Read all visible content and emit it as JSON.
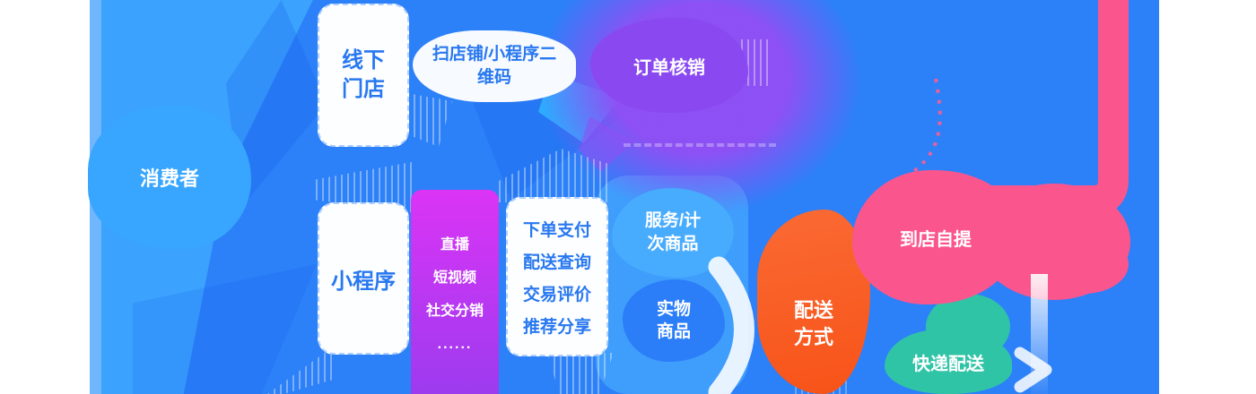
{
  "diagram": {
    "title": "retail-miniprogram-flow",
    "nodes": {
      "consumer": {
        "label": "消费者",
        "color": "#38A6FF",
        "text_color": "#FFFFFF"
      },
      "offline_store": {
        "lines": [
          "线下",
          "门店"
        ],
        "color": "#FFFFFF",
        "text_color": "#2878F0"
      },
      "scan_qr": {
        "lines": [
          "扫店铺/小程序二",
          "维码"
        ],
        "color": "#F7FAFF",
        "text_color": "#2878F0"
      },
      "order_verify": {
        "label": "订单核销",
        "color": "#8A49F0",
        "text_color": "#FFFFFF"
      },
      "mini_program": {
        "label": "小程序",
        "color": "#FFFFFF",
        "text_color": "#2878F0"
      },
      "marketing_channels": {
        "lines": [
          "直播",
          "短视频",
          "社交分销",
          "......"
        ],
        "color_top": "#DB34F5",
        "color_bottom": "#9D3BEF",
        "text_color": "#FFFFFF"
      },
      "order_actions": {
        "lines": [
          "下单支付",
          "配送查询",
          "交易评价",
          "推荐分享"
        ],
        "color": "#FFFFFF",
        "text_color": "#2878F0"
      },
      "service_goods": {
        "lines": [
          "服务/计",
          "次商品"
        ],
        "color": "#47ABFE",
        "text_color": "#FFFFFF"
      },
      "physical_goods": {
        "lines": [
          "实物",
          "商品"
        ],
        "color": "#2B7DF8",
        "text_color": "#FFFFFF"
      },
      "delivery_method": {
        "lines": [
          "配送",
          "方式"
        ],
        "color": "#F85B22",
        "text_color": "#FFFFFF"
      },
      "store_pickup": {
        "label": "到店自提",
        "color": "#FA568D",
        "text_color": "#FFFFFF"
      },
      "express_delivery": {
        "label": "快递配送",
        "color": "#30C4A7",
        "text_color": "#FFFFFF"
      }
    },
    "background": {
      "canvas": "#FFFFFF",
      "field_blue": "#2C80F8",
      "light_blue_region": "#3BA2FE",
      "edge_highlight": "#6FB6FF",
      "purple_halo": "#924EF4",
      "pink_connector": "#FA568D",
      "arrow_white": "#FFFFFF"
    }
  }
}
